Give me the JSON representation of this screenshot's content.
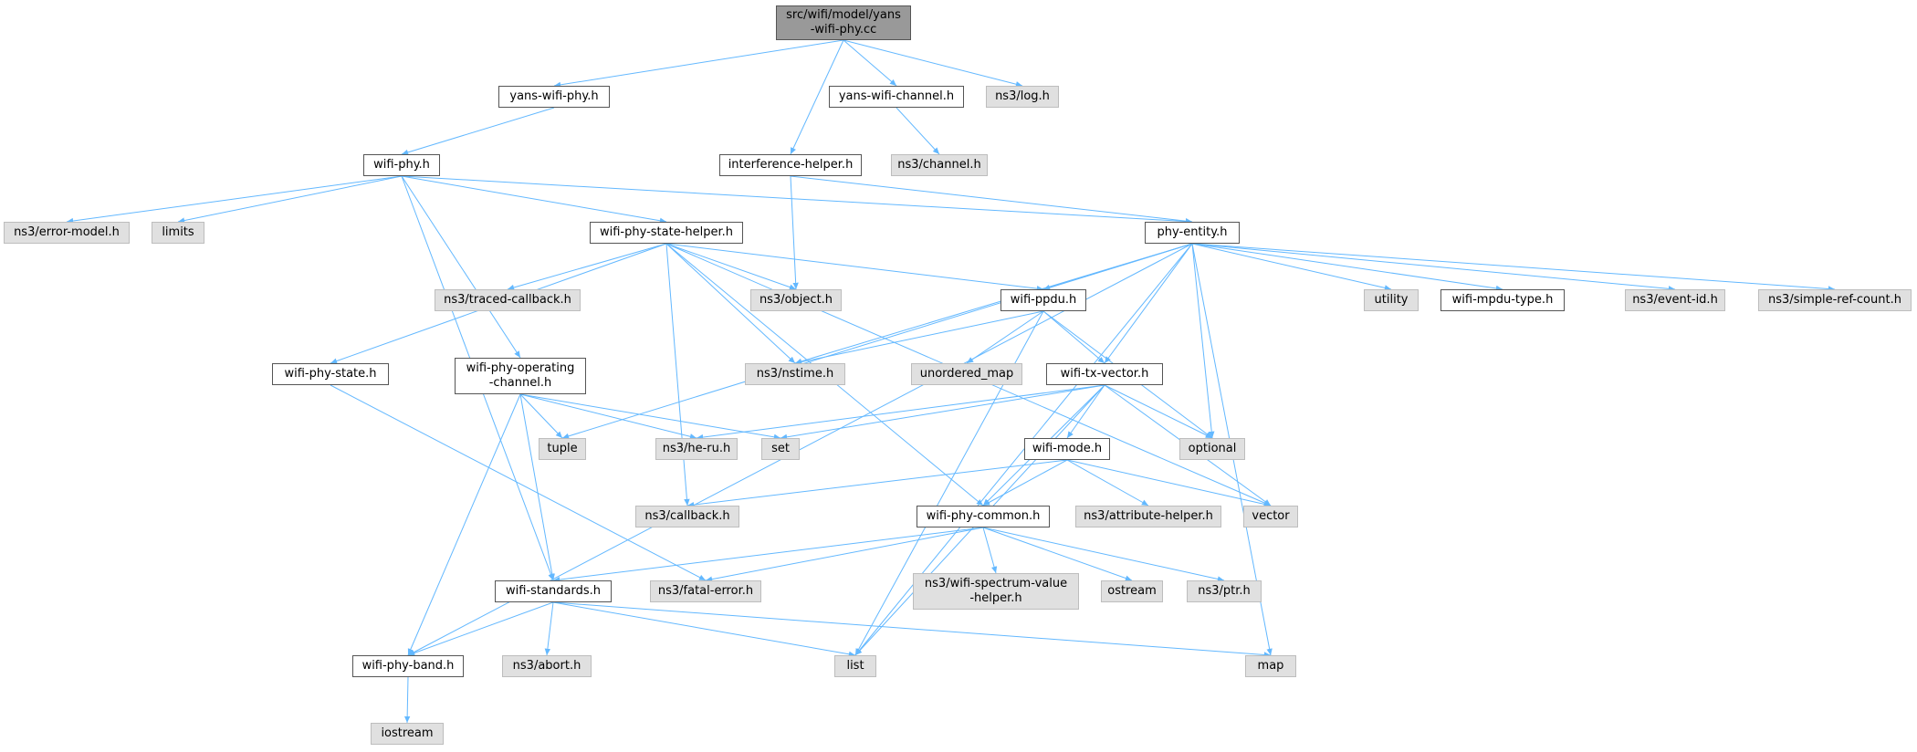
{
  "colors": {
    "edge": "#63b8ff",
    "root_fill": "#999999",
    "internal_fill": "#ffffff",
    "external_fill": "#e0e0e0",
    "border": "#555555"
  },
  "nodes": {
    "root": "src/wifi/model/yans\n-wifi-phy.cc",
    "yans_wifi_phy_h": "yans-wifi-phy.h",
    "yans_wifi_channel_h": "yans-wifi-channel.h",
    "ns3_log_h": "ns3/log.h",
    "ns3_channel_h": "ns3/channel.h",
    "interference_helper_h": "interference-helper.h",
    "wifi_phy_h": "wifi-phy.h",
    "phy_entity_h": "phy-entity.h",
    "ns3_error_model_h": "ns3/error-model.h",
    "limits": "limits",
    "wifi_phy_state_helper_h": "wifi-phy-state-helper.h",
    "ns3_traced_callback_h": "ns3/traced-callback.h",
    "ns3_object_h": "ns3/object.h",
    "wifi_ppdu_h": "wifi-ppdu.h",
    "utility": "utility",
    "wifi_mpdu_type_h": "wifi-mpdu-type.h",
    "ns3_event_id_h": "ns3/event-id.h",
    "ns3_simple_ref_count_h": "ns3/simple-ref-count.h",
    "wifi_phy_state_h": "wifi-phy-state.h",
    "wifi_phy_operating_channel_h": "wifi-phy-operating\n-channel.h",
    "ns3_nstime_h": "ns3/nstime.h",
    "unordered_map": "unordered_map",
    "wifi_tx_vector_h": "wifi-tx-vector.h",
    "tuple": "tuple",
    "ns3_he_ru_h": "ns3/he-ru.h",
    "set": "set",
    "optional": "optional",
    "wifi_mode_h": "wifi-mode.h",
    "ns3_callback_h": "ns3/callback.h",
    "wifi_phy_common_h": "wifi-phy-common.h",
    "ns3_attribute_helper_h": "ns3/attribute-helper.h",
    "vector": "vector",
    "wifi_standards_h": "wifi-standards.h",
    "ns3_fatal_error_h": "ns3/fatal-error.h",
    "ns3_wifi_spectrum_value_helper_h": "ns3/wifi-spectrum-value\n-helper.h",
    "ostream": "ostream",
    "ns3_ptr_h": "ns3/ptr.h",
    "wifi_phy_band_h": "wifi-phy-band.h",
    "ns3_abort_h": "ns3/abort.h",
    "list": "list",
    "map": "map",
    "iostream": "iostream"
  },
  "edges": [
    [
      "root",
      "yans_wifi_phy_h"
    ],
    [
      "root",
      "interference_helper_h"
    ],
    [
      "root",
      "yans_wifi_channel_h"
    ],
    [
      "root",
      "ns3_log_h"
    ],
    [
      "yans_wifi_phy_h",
      "wifi_phy_h"
    ],
    [
      "yans_wifi_channel_h",
      "ns3_channel_h"
    ],
    [
      "interference_helper_h",
      "ns3_object_h"
    ],
    [
      "interference_helper_h",
      "phy_entity_h"
    ],
    [
      "wifi_phy_h",
      "ns3_error_model_h"
    ],
    [
      "wifi_phy_h",
      "limits"
    ],
    [
      "wifi_phy_h",
      "wifi_phy_state_helper_h"
    ],
    [
      "wifi_phy_h",
      "phy_entity_h"
    ],
    [
      "wifi_phy_h",
      "wifi_phy_operating_channel_h"
    ],
    [
      "wifi_phy_h",
      "wifi_standards_h"
    ],
    [
      "wifi_phy_state_helper_h",
      "ns3_traced_callback_h"
    ],
    [
      "wifi_phy_state_helper_h",
      "ns3_object_h"
    ],
    [
      "wifi_phy_state_helper_h",
      "wifi_ppdu_h"
    ],
    [
      "wifi_phy_state_helper_h",
      "wifi_phy_state_h"
    ],
    [
      "wifi_phy_state_helper_h",
      "ns3_nstime_h"
    ],
    [
      "wifi_phy_state_helper_h",
      "ns3_callback_h"
    ],
    [
      "wifi_phy_state_helper_h",
      "wifi_phy_common_h"
    ],
    [
      "wifi_phy_state_helper_h",
      "vector"
    ],
    [
      "phy_entity_h",
      "utility"
    ],
    [
      "phy_entity_h",
      "wifi_mpdu_type_h"
    ],
    [
      "phy_entity_h",
      "ns3_event_id_h"
    ],
    [
      "phy_entity_h",
      "ns3_simple_ref_count_h"
    ],
    [
      "phy_entity_h",
      "wifi_ppdu_h"
    ],
    [
      "phy_entity_h",
      "ns3_nstime_h"
    ],
    [
      "phy_entity_h",
      "wifi_tx_vector_h"
    ],
    [
      "phy_entity_h",
      "optional"
    ],
    [
      "phy_entity_h",
      "tuple"
    ],
    [
      "phy_entity_h",
      "wifi_phy_band_h"
    ],
    [
      "phy_entity_h",
      "list"
    ],
    [
      "phy_entity_h",
      "map"
    ],
    [
      "wifi_ppdu_h",
      "ns3_nstime_h"
    ],
    [
      "wifi_ppdu_h",
      "unordered_map"
    ],
    [
      "wifi_ppdu_h",
      "wifi_tx_vector_h"
    ],
    [
      "wifi_ppdu_h",
      "optional"
    ],
    [
      "wifi_ppdu_h",
      "list"
    ],
    [
      "wifi_phy_state_h",
      "ns3_fatal_error_h"
    ],
    [
      "wifi_phy_operating_channel_h",
      "tuple"
    ],
    [
      "wifi_phy_operating_channel_h",
      "ns3_he_ru_h"
    ],
    [
      "wifi_phy_operating_channel_h",
      "set"
    ],
    [
      "wifi_phy_operating_channel_h",
      "wifi_standards_h"
    ],
    [
      "wifi_phy_operating_channel_h",
      "wifi_phy_band_h"
    ],
    [
      "wifi_tx_vector_h",
      "optional"
    ],
    [
      "wifi_tx_vector_h",
      "ns3_he_ru_h"
    ],
    [
      "wifi_tx_vector_h",
      "set"
    ],
    [
      "wifi_tx_vector_h",
      "wifi_mode_h"
    ],
    [
      "wifi_tx_vector_h",
      "vector"
    ],
    [
      "wifi_tx_vector_h",
      "wifi_phy_common_h"
    ],
    [
      "wifi_tx_vector_h",
      "list"
    ],
    [
      "wifi_mode_h",
      "ns3_callback_h"
    ],
    [
      "wifi_mode_h",
      "wifi_phy_common_h"
    ],
    [
      "wifi_mode_h",
      "ns3_attribute_helper_h"
    ],
    [
      "wifi_mode_h",
      "vector"
    ],
    [
      "wifi_phy_common_h",
      "wifi_standards_h"
    ],
    [
      "wifi_phy_common_h",
      "ns3_fatal_error_h"
    ],
    [
      "wifi_phy_common_h",
      "ns3_wifi_spectrum_value_helper_h"
    ],
    [
      "wifi_phy_common_h",
      "ostream"
    ],
    [
      "wifi_phy_common_h",
      "ns3_ptr_h"
    ],
    [
      "wifi_standards_h",
      "wifi_phy_band_h"
    ],
    [
      "wifi_standards_h",
      "ns3_abort_h"
    ],
    [
      "wifi_standards_h",
      "list"
    ],
    [
      "wifi_standards_h",
      "map"
    ],
    [
      "wifi_phy_band_h",
      "iostream"
    ]
  ]
}
